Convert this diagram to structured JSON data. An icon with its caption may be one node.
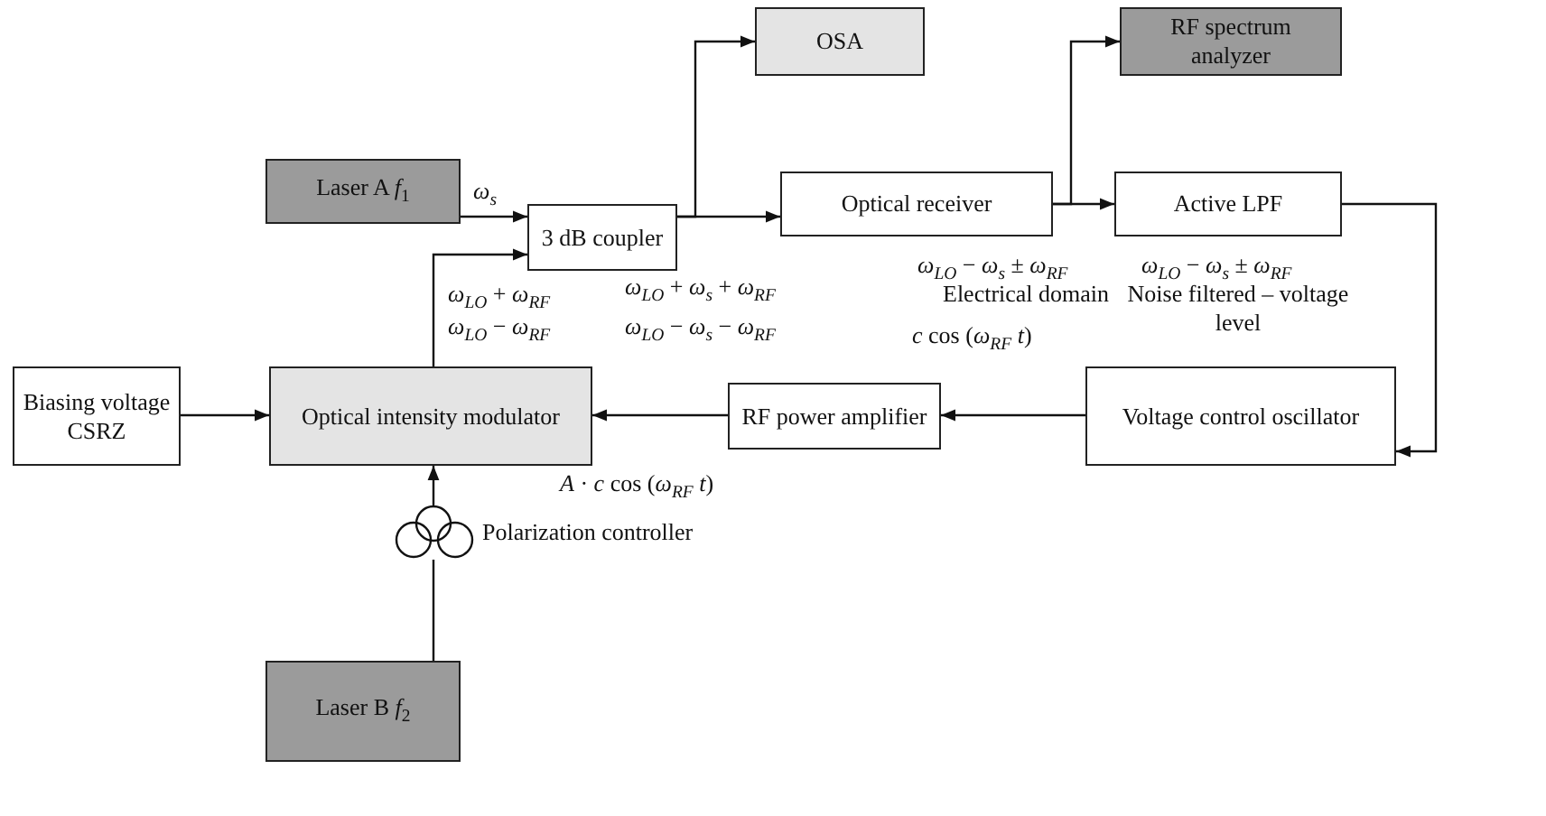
{
  "diagram": {
    "nodes": [
      {
        "text": [
          "Laser A *f*$_{1}$"
        ]
      },
      {
        "text": [
          "3 dB coupler"
        ]
      },
      {
        "text": [
          "OSA"
        ]
      },
      {
        "text": [
          "Optical receiver"
        ]
      },
      {
        "text": [
          "RF spectrum analyzer"
        ]
      },
      {
        "text": [
          "Active LPF"
        ]
      },
      {
        "text": [
          "Biasing voltage CSRZ"
        ]
      },
      {
        "text": [
          "Optical intensity modulator"
        ]
      },
      {
        "text": [
          "RF power amplifier"
        ]
      },
      {
        "text": [
          "Voltage control oscillator"
        ]
      },
      {
        "text": [],
        "shape": "circle",
        "beside": [
          "Polarization controller"
        ]
      },
      {
        "text": [
          "Laser B *f*$_{2}$"
        ]
      }
    ],
    "edges": [
      {
        "from": 0,
        "to": 1,
        "arrow": "to"
      },
      {
        "from": 7,
        "to": 1,
        "arrow": "to"
      },
      {
        "from": 1,
        "to": 2,
        "arrow": "to"
      },
      {
        "from": 1,
        "to": 3,
        "arrow": "to"
      },
      {
        "from": 3,
        "to": 4,
        "arrow": "to"
      },
      {
        "from": 3,
        "to": 5,
        "arrow": "to"
      },
      {
        "from": 5,
        "to": 9,
        "arrow": "to"
      },
      {
        "from": 9,
        "to": 8,
        "arrow": "to"
      },
      {
        "from": 8,
        "to": 7,
        "arrow": "to"
      },
      {
        "from": 6,
        "to": 7,
        "arrow": "to"
      },
      {
        "from": 11,
        "to": 10,
        "arrow": "none"
      },
      {
        "from": 10,
        "to": 7,
        "arrow": "to"
      }
    ],
    "labels": [
      "*ω*$_{s}$",
      "*ω*$_{LO}$ + *ω*$_{RF}$",
      "*ω*$_{LO}$ − *ω*$_{RF}$",
      "*ω*$_{LO}$ + *ω*$_{s}$ + *ω*$_{RF}$",
      "*ω*$_{LO}$ − *ω*$_{s}$ − *ω*$_{RF}$",
      "*ω*$_{LO}$ − *ω*$_{s}$ ± *ω*$_{RF}$",
      "Electrical domain",
      "*ω*$_{LO}$ − *ω*$_{s}$ ± *ω*$_{RF}$",
      "Noise filtered – voltage level",
      "*c* cos (*ω*$_{RF}$ *t*)",
      "*A* · *c* cos (*ω*$_{RF}$ *t*)"
    ]
  }
}
